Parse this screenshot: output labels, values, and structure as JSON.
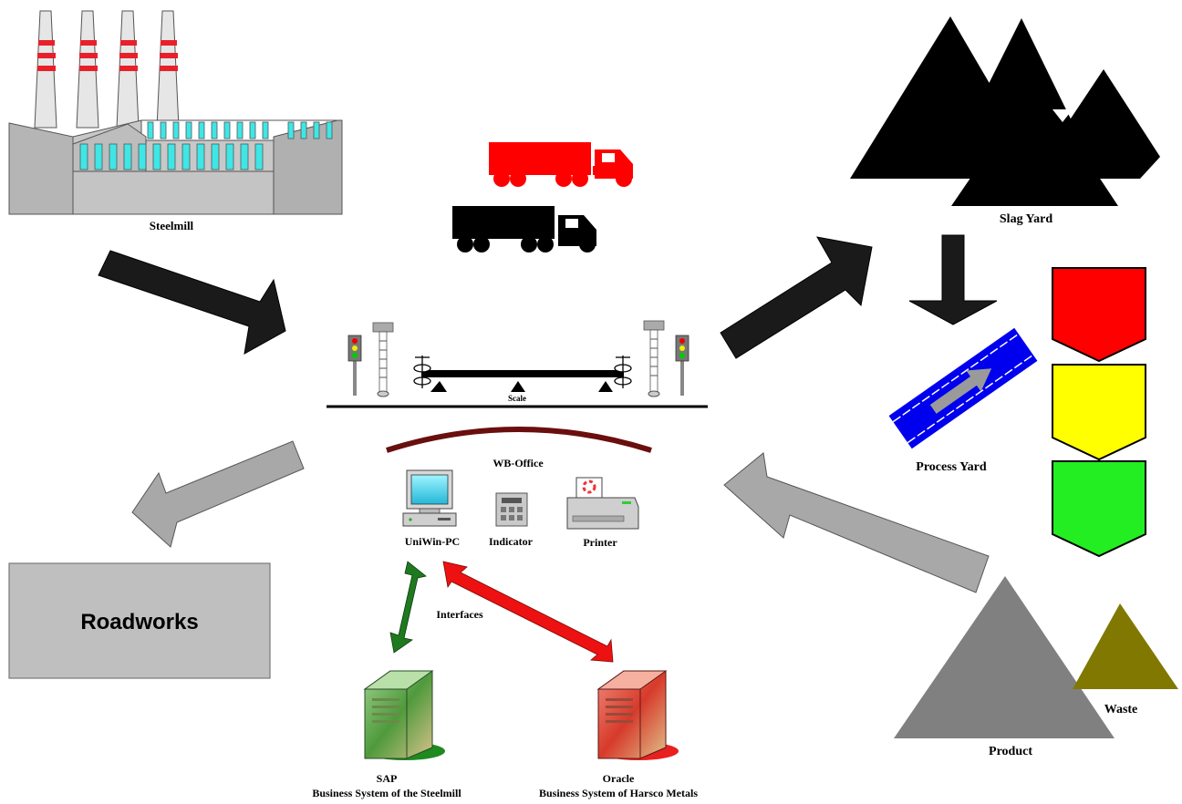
{
  "labels": {
    "steelmill": "Steelmill",
    "slag_yard": "Slag Yard",
    "process_yard": "Process Yard",
    "scale": "Scale",
    "wb_office": "WB-Office",
    "uniwin_pc": "UniWin-PC",
    "indicator": "Indicator",
    "printer": "Printer",
    "interfaces": "Interfaces",
    "roadworks": "Roadworks",
    "product": "Product",
    "waste": "Waste",
    "sap_title": "SAP",
    "sap_subtitle": "Business System of the Steelmill",
    "oracle_title": "Oracle",
    "oracle_subtitle": "Business System of Harsco Metals"
  },
  "colors": {
    "stack_stripe": "#e8202a",
    "window": "#3fe6e6",
    "truck_red": "#ff0000",
    "truck_black": "#000000",
    "slag": "#000000",
    "conveyor": "#0000ee",
    "shield_red": "#ff0000",
    "shield_yellow": "#ffff00",
    "shield_green": "#22ee22",
    "product_pile": "#808080",
    "waste_pile": "#807800",
    "sap_green": "#2a8a1a",
    "oracle_red": "#e82020",
    "interface_green": "#1f7a1f",
    "interface_red": "#ee1111",
    "arc": "#6a0e0e"
  },
  "icons": {
    "steelmill": "factory-icon",
    "trucks": "truck-icon",
    "slag_yard": "mountain-icon",
    "process_yard": "conveyor-icon",
    "scale": "scale-icon",
    "traffic_light": "traffic-light-icon",
    "pc": "computer-icon",
    "indicator": "indicator-icon",
    "printer": "printer-icon",
    "server": "server-icon"
  }
}
